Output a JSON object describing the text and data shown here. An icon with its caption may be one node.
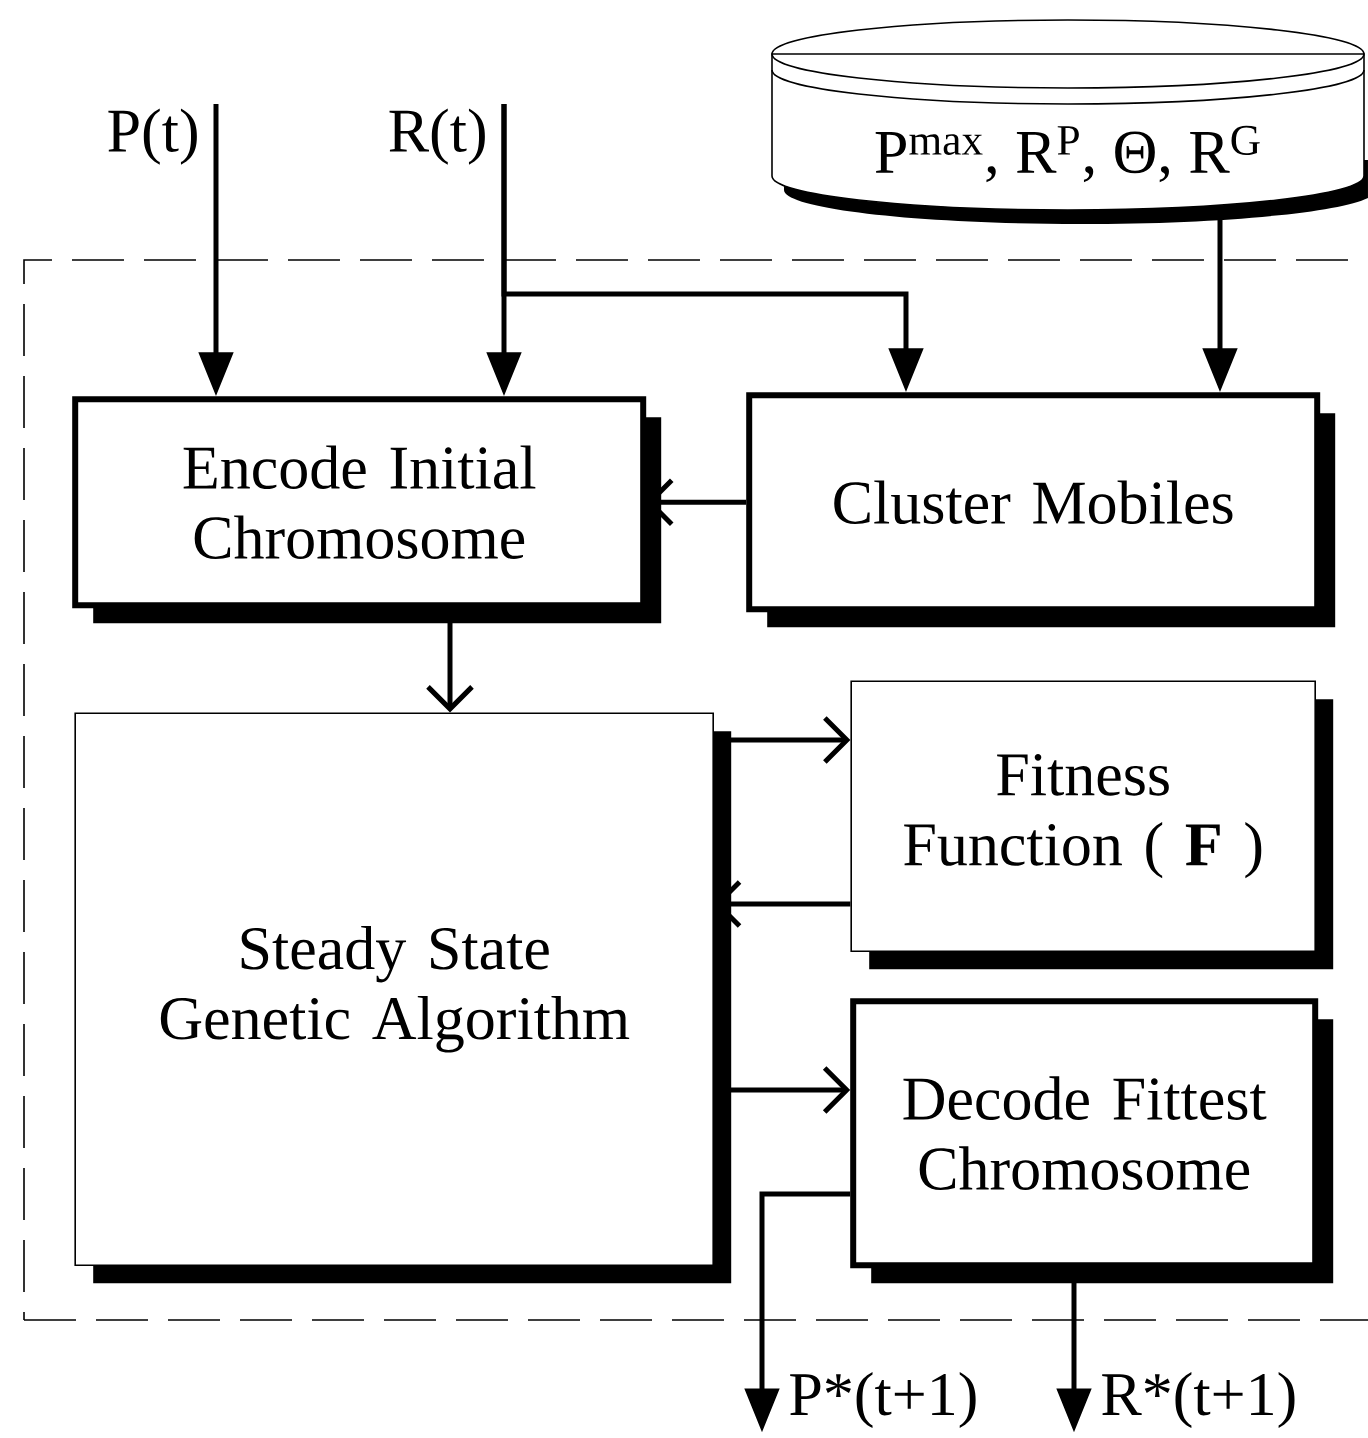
{
  "diagram": {
    "nodes": [
      {
        "text": [
          "P(t)"
        ]
      },
      {
        "text": [
          "R(t)"
        ]
      },
      {
        "text": [
          "P$^{max}$, R$^{P}$, Θ, R$^{G}$"
        ]
      },
      {
        "text": [],
        "shape": "box"
      },
      {
        "text": [
          "Encode Initial Chromosome"
        ],
        "in": 3
      },
      {
        "text": [
          "Cluster Mobiles"
        ],
        "in": 3
      },
      {
        "text": [
          "Steady State Genetic Algorithm"
        ],
        "in": 3
      },
      {
        "text": [
          "Fitness Function ( **F** )"
        ],
        "in": 3
      },
      {
        "text": [
          "Decode Fittest Chromosome"
        ],
        "in": 3
      },
      {
        "text": [
          "P*(t+1)"
        ]
      },
      {
        "text": [
          "R*(t+1)"
        ]
      }
    ],
    "edges": [
      {
        "from": 0,
        "to": 4,
        "arrow": "to"
      },
      {
        "from": 1,
        "to": 4,
        "arrow": "to"
      },
      {
        "from": 1,
        "to": 5,
        "arrow": "to"
      },
      {
        "from": 2,
        "to": 5,
        "arrow": "to"
      },
      {
        "from": 5,
        "to": 4,
        "arrow": "to"
      },
      {
        "from": 4,
        "to": 6,
        "arrow": "to"
      },
      {
        "from": 6,
        "to": 7,
        "arrow": "to"
      },
      {
        "from": 7,
        "to": 6,
        "arrow": "to"
      },
      {
        "from": 6,
        "to": 8,
        "arrow": "to"
      },
      {
        "from": 8,
        "to": 9,
        "arrow": "to"
      },
      {
        "from": 8,
        "to": 10,
        "arrow": "to"
      }
    ]
  }
}
